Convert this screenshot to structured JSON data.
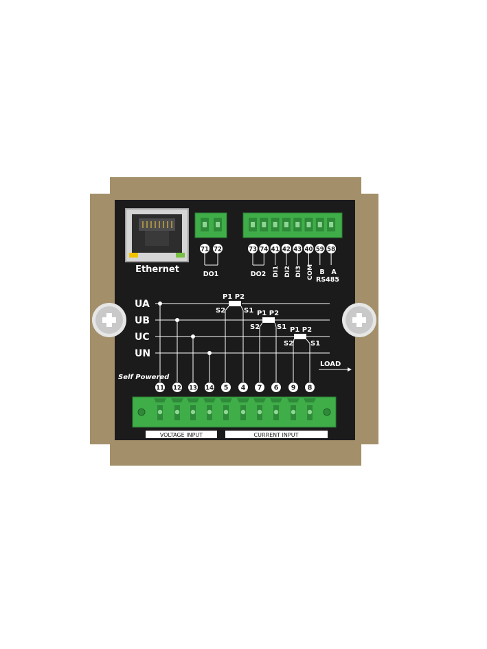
{
  "ports": {
    "ethernet_label": "Ethernet"
  },
  "do1": {
    "terminals": [
      "71",
      "72"
    ],
    "label": "DO1"
  },
  "io": {
    "terminals": [
      "73",
      "74",
      "41",
      "42",
      "43",
      "40",
      "59",
      "58"
    ],
    "labels": {
      "do2": "DO2",
      "di1": "DI1",
      "di2": "DI2",
      "di3": "DI3",
      "com": "COM",
      "b": "B",
      "a": "A",
      "rs485": "RS485"
    }
  },
  "lines": [
    "UA",
    "UB",
    "UC",
    "UN"
  ],
  "ct": {
    "p1": "P1",
    "p2": "P2",
    "s1": "S1",
    "s2": "S2"
  },
  "load_label": "LOAD",
  "self_powered": "Self Powered",
  "bottom_terminals": [
    "11",
    "12",
    "13",
    "14",
    "5",
    "4",
    "7",
    "6",
    "9",
    "8"
  ],
  "voltage_input": "VOLTAGE INPUT",
  "current_input": "CURRENT INPUT",
  "colors": {
    "housing": "#a3906a",
    "panel": "#1b1b1b",
    "terminal_green": "#3fae49",
    "led_yellow": "#f2c200",
    "led_green": "#7ac143",
    "screw_icon": "plus-screw-icon"
  }
}
